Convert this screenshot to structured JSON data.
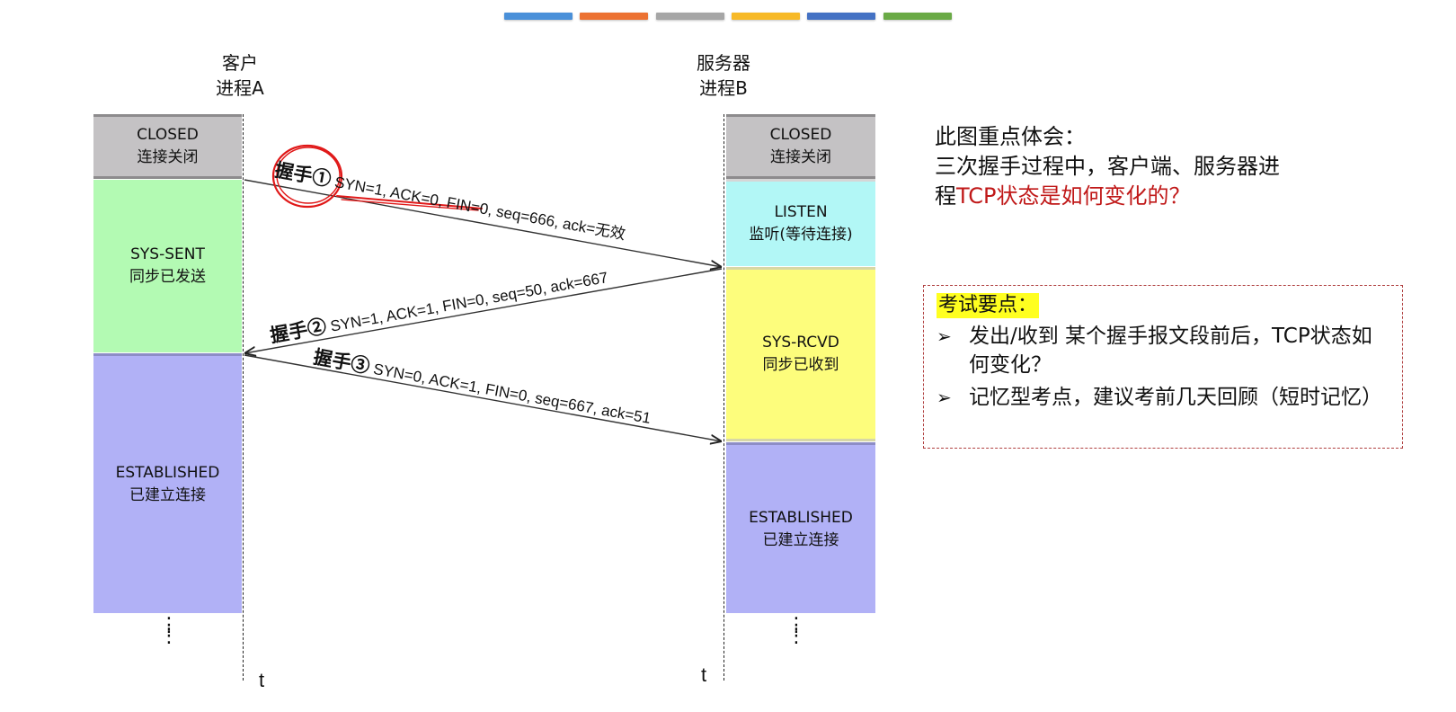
{
  "top_strip_colors": [
    "#4a90d9",
    "#ec7232",
    "#a6a6a6",
    "#f7b927",
    "#4472c4",
    "#6aaa46"
  ],
  "client": {
    "label_line1": "客户",
    "label_line2": "进程A",
    "states": [
      {
        "name": "CLOSED",
        "desc": "连接关闭",
        "color": "#c4c2c4"
      },
      {
        "name": "SYS-SENT",
        "desc": "同步已发送",
        "color": "#b3fab3"
      },
      {
        "name": "ESTABLISHED",
        "desc": "已建立连接",
        "color": "#b1b1f6"
      }
    ],
    "ellipsis": "⋮",
    "time_label": "t"
  },
  "server": {
    "label_line1": "服务器",
    "label_line2": "进程B",
    "states": [
      {
        "name": "CLOSED",
        "desc": "连接关闭",
        "color": "#c4c2c4"
      },
      {
        "name": "LISTEN",
        "desc": "监听(等待连接)",
        "color": "#b2f7f6"
      },
      {
        "name": "SYS-RCVD",
        "desc": "同步已收到",
        "color": "#fdfd7c"
      },
      {
        "name": "ESTABLISHED",
        "desc": "已建立连接",
        "color": "#b1b1f6"
      }
    ],
    "ellipsis": "⋮",
    "time_label": "t"
  },
  "messages": [
    {
      "handshake": "握手①",
      "fields": "SYN=1, ACK=0, FIN=0, seq=666, ack=无效",
      "direction": "A→B"
    },
    {
      "handshake": "握手②",
      "fields": "SYN=1, ACK=1, FIN=0, seq=50, ack=667",
      "direction": "B→A"
    },
    {
      "handshake": "握手③",
      "fields": "SYN=0, ACK=1, FIN=0, seq=667, ack=51",
      "direction": "A→B"
    }
  ],
  "annotation_color": "#e01818",
  "notes": {
    "line1": "此图重点体会：",
    "line2": "三次握手过程中，客户端、服务器进",
    "line3_plain": "程",
    "line3_red": "TCP状态是如何变化的？"
  },
  "exam": {
    "title": "考试要点：",
    "bullet": "➢",
    "items": [
      "发出/收到 某个握手报文段前后，TCP状态如何变化？",
      "记忆型考点，建议考前几天回顾（短时记忆）"
    ]
  }
}
